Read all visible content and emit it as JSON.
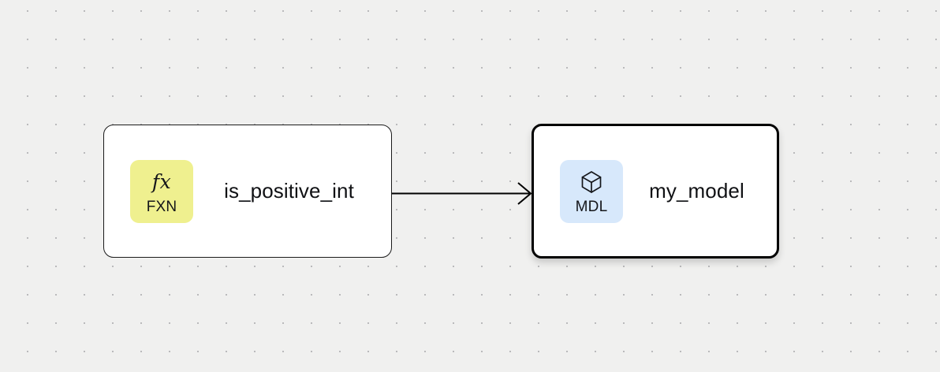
{
  "canvas": {
    "background_color": "#f0f0ef",
    "grid": "dot-grid",
    "grid_dot_color": "#b6b6b8",
    "grid_spacing": 36
  },
  "nodes": [
    {
      "id": "is_positive_int",
      "title": "is_positive_int",
      "badge_label": "FXN",
      "badge_glyph": "fx",
      "badge_glyph_icon": "function-icon",
      "badge_color": "#eff08f",
      "selected": false
    },
    {
      "id": "my_model",
      "title": "my_model",
      "badge_label": "MDL",
      "badge_glyph_icon": "cube-icon",
      "badge_color": "#d7e8fb",
      "selected": true
    }
  ],
  "edges": [
    {
      "id": "edge-fxn-to-mdl",
      "from": "is_positive_int",
      "to": "my_model",
      "color": "#000000",
      "arrowhead": "open-arrow"
    }
  ]
}
